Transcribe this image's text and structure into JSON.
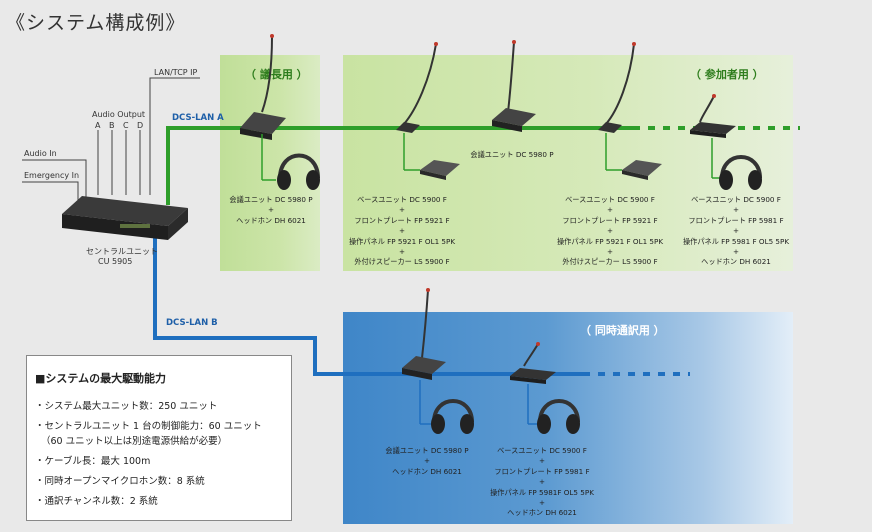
{
  "title": "《システム構成例》",
  "zones": {
    "chairman": "（ 議長用 ）",
    "participant": "（ 参加者用 ）",
    "interpretation": "（ 同時通訳用 ）"
  },
  "lan": {
    "a": "DCS-LAN A",
    "b": "DCS-LAN B",
    "tcpip": "LAN/TCP IP"
  },
  "central": {
    "audio_output": "Audio Output",
    "channels": [
      "A",
      "B",
      "C",
      "D"
    ],
    "audio_in": "Audio In",
    "emergency_in": "Emergency In",
    "name": "セントラルユニット",
    "model": "CU 5905"
  },
  "units": {
    "chair": [
      "会議ユニット DC 5980 P",
      "+",
      "ヘッドホン DH 6021"
    ],
    "delegate1": [
      "ベースユニット DC 5900 F",
      "+",
      "フロントプレート FP 5921 F",
      "+",
      "操作パネル FP 5921 F OL1 5PK",
      "+",
      "外付けスピーカー LS 5900 F"
    ],
    "conference_mid": "会議ユニット DC 5980 P",
    "delegate2": [
      "ベースユニット DC 5900 F",
      "+",
      "フロントプレート FP 5921 F",
      "+",
      "操作パネル FP 5921 F OL1 5PK",
      "+",
      "外付けスピーカー LS 5900 F"
    ],
    "delegate3": [
      "ベースユニット DC 5900 F",
      "+",
      "フロントプレート FP 5981 F",
      "+",
      "操作パネル FP 5981 F OL5 5PK",
      "+",
      "ヘッドホン DH 6021"
    ],
    "interp1": [
      "会議ユニット DC 5980 P",
      "+",
      "ヘッドホン DH 6021"
    ],
    "interp2": [
      "ベースユニット DC 5900 F",
      "+",
      "フロントプレート FP 5981 F",
      "+",
      "操作パネル FP 5981F OL5 5PK",
      "+",
      "ヘッドホン DH 6021"
    ]
  },
  "specs": {
    "heading": "■システムの最大駆動能力",
    "items": [
      "・システム最大ユニット数：250 ユニット",
      "・セントラルユニット 1 台の制御能力：60 ユニット",
      "（60 ユニット以上は別途電源供給が必要）",
      "・ケーブル長：最大 100m",
      "・同時オープンマイクロホン数：8 系統",
      "・通訳チャンネル数：2 系統"
    ]
  },
  "colors": {
    "lan_a": "#2e9e2a",
    "lan_b": "#1f6fbf",
    "green_zone": "#bfe08f",
    "blue_zone": "#4a8dcb"
  }
}
